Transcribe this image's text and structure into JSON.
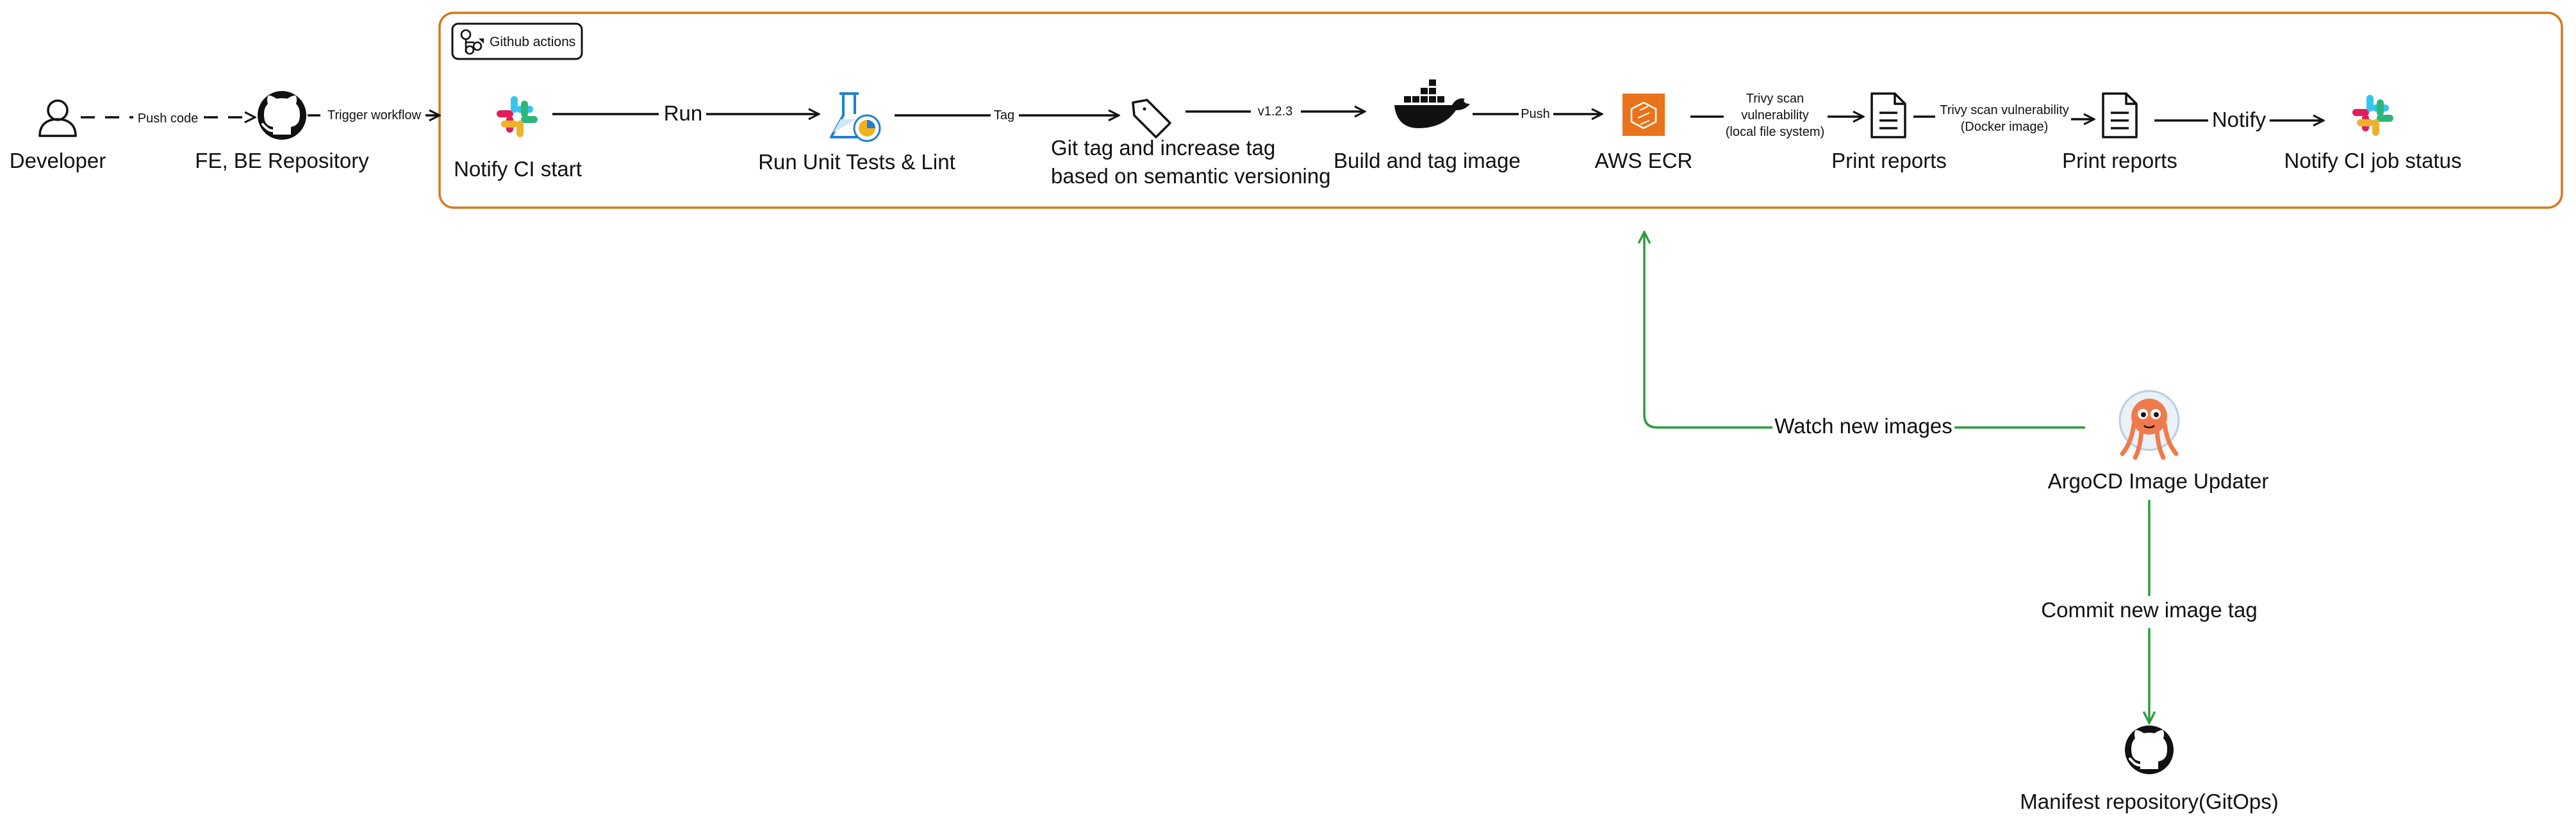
{
  "group": {
    "label": "Github actions"
  },
  "nodes": {
    "developer": "Developer",
    "repository": "FE, BE Repository",
    "notify_start": "Notify CI start",
    "unit_tests": "Run Unit Tests & Lint",
    "git_tag_line1": "Git tag and increase tag",
    "git_tag_line2": "based on semantic versioning",
    "build_image": "Build and tag image",
    "aws_ecr": "AWS ECR",
    "print_reports_1": "Print reports",
    "print_reports_2": "Print reports",
    "notify_status": "Notify CI job status",
    "argocd": "ArgoCD Image Updater",
    "manifest_repo": "Manifest repository(GitOps)"
  },
  "edges": {
    "push_code": "Push code",
    "trigger_workflow": "Trigger workflow",
    "run": "Run",
    "tag": "Tag",
    "version": "v1.2.3",
    "push": "Push",
    "trivy_fs_1": "Trivy scan",
    "trivy_fs_2": "vulnerability",
    "trivy_fs_3": "(local file system)",
    "trivy_img_1": "Trivy scan vulnerability",
    "trivy_img_2": "(Docker image)",
    "notify": "Notify",
    "watch_images": "Watch new images",
    "commit_tag": "Commit new image tag"
  },
  "colors": {
    "group_border": "#d4791c",
    "green_edge": "#2a9d3c",
    "aws_orange": "#e8731a",
    "azure_blue": "#1e7fd4",
    "argo_orange": "#ef7b4d"
  },
  "icons": [
    "person-icon",
    "github-icon",
    "slack-icon",
    "flask-icon",
    "tag-icon",
    "docker-icon",
    "aws-ecr-icon",
    "document-icon",
    "argocd-icon",
    "github-actions-icon"
  ]
}
